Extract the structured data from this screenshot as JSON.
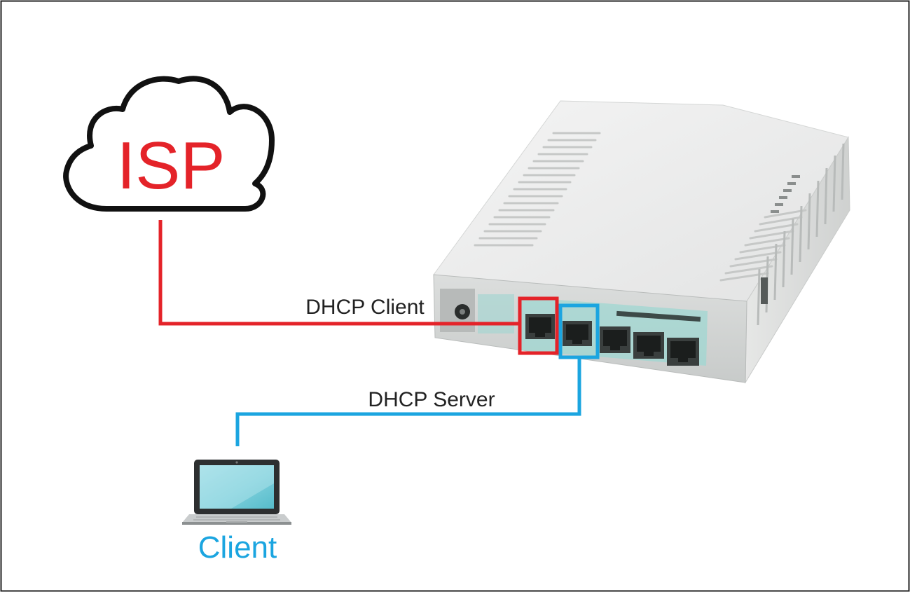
{
  "cloud": {
    "label": "ISP",
    "label_color": "#e42329",
    "outline_color": "#111111"
  },
  "connections": {
    "wan": {
      "label": "DHCP Client",
      "color": "#e42329"
    },
    "lan": {
      "label": "DHCP Server",
      "color": "#1ba5e0"
    }
  },
  "client": {
    "label": "Client",
    "label_color": "#1ba5e0",
    "icon": "laptop-icon"
  },
  "router": {
    "icon": "router-icon",
    "port_count": 5
  },
  "colors": {
    "border": "#222222",
    "label_dark": "#222222"
  }
}
